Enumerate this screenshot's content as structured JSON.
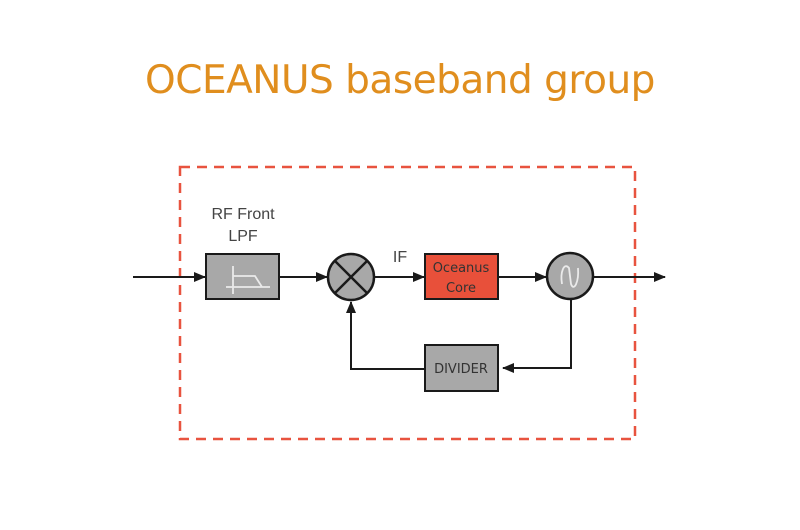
{
  "title": "OCEANUS baseband group",
  "colors": {
    "title": "#e08e1e",
    "boundary": "#e8533f",
    "block_gray": "#a8a8a8",
    "core_block": "#e8503a",
    "line": "#1a1a1a",
    "icon_stroke": "#eaeaea"
  },
  "blocks": {
    "lpf": {
      "label_line1": "RF Front",
      "label_line2": "LPF",
      "icon": "low-pass-filter-icon"
    },
    "mixer": {
      "icon": "mixer-icon"
    },
    "if_label": "IF",
    "core": {
      "line1": "Oceanus",
      "line2": "Core"
    },
    "oscillator": {
      "icon": "sine-wave-icon"
    },
    "divider": {
      "label": "DIVIDER"
    }
  }
}
